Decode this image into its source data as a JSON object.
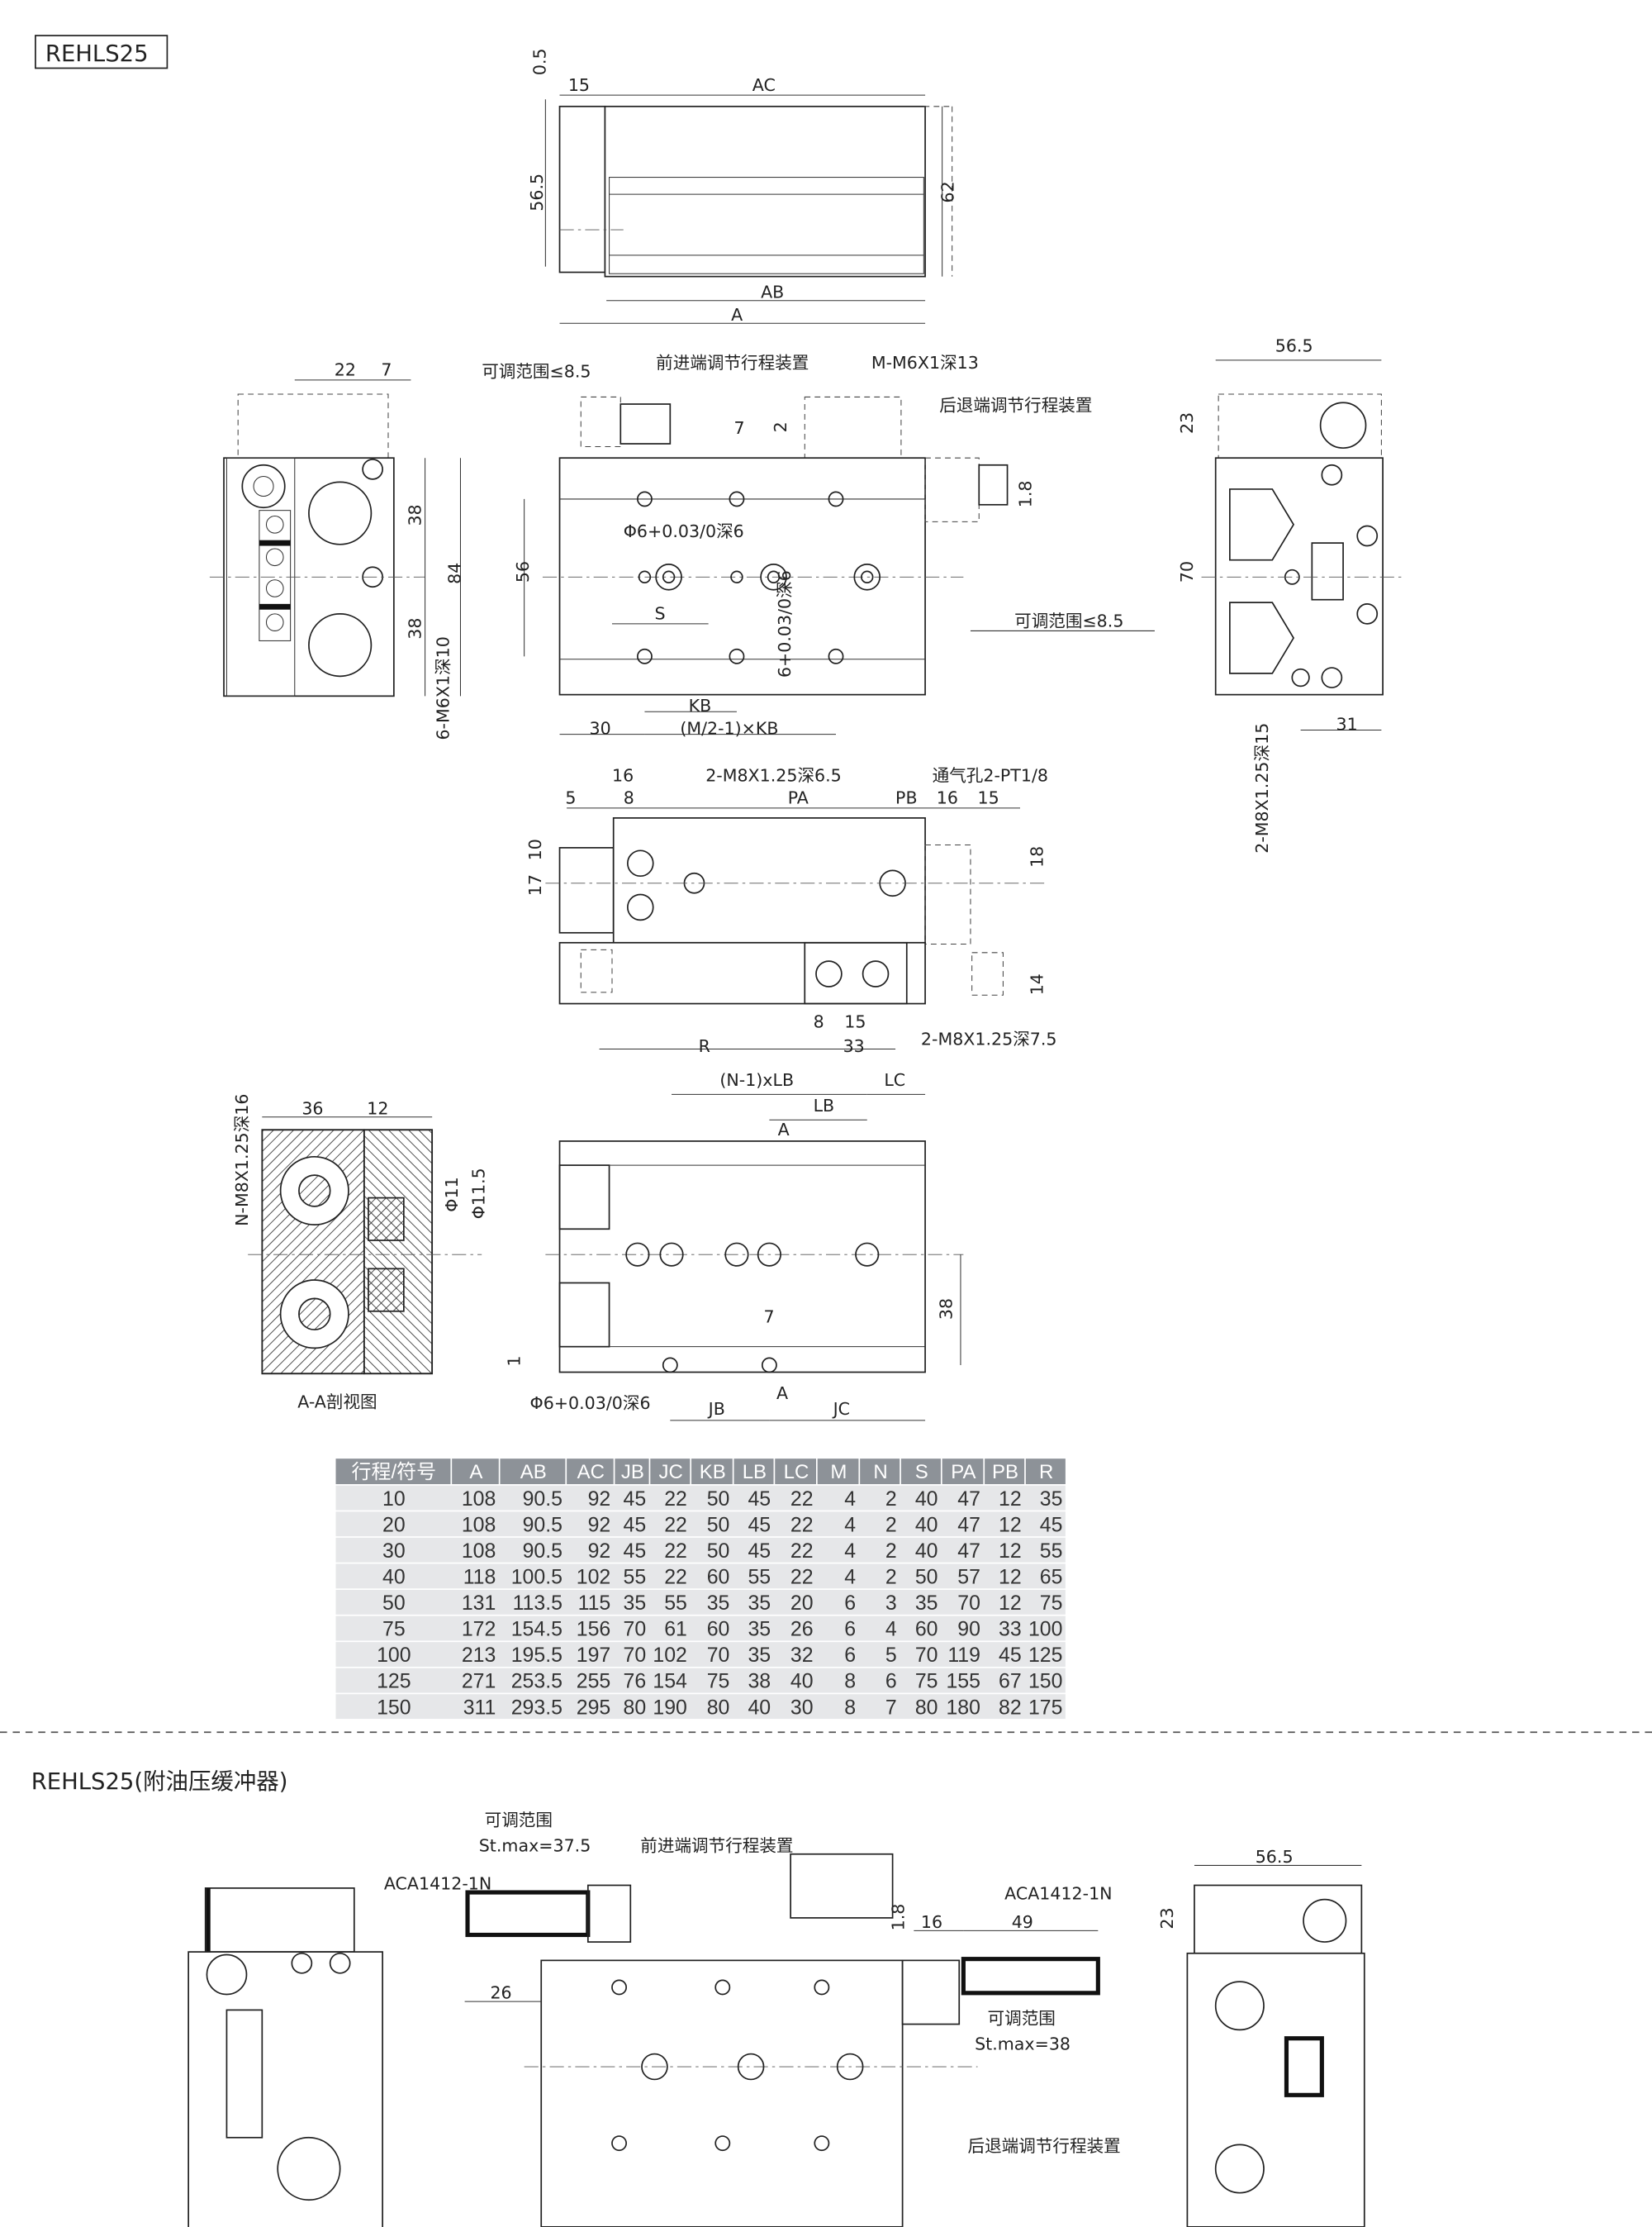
{
  "title": "REHLS25",
  "section2_title": "REHLS25(附油压缓冲器)",
  "labels": {
    "top": [
      "0.5",
      "15",
      "AC",
      "56.5",
      "62",
      "AB",
      "A"
    ],
    "side": [
      "22",
      "7",
      "38",
      "38",
      "84",
      "6-M6X1深10"
    ],
    "front": [
      "可调范围≤8.5",
      "前进端调节行程装置",
      "M-M6X1深13",
      "后退端调节行程装置",
      "7",
      "2",
      "1.8",
      "56",
      "Φ6+0.03/0深6",
      "S",
      "6+0.03/0深6",
      "可调范围≤8.5",
      "KB",
      "30",
      "(M/2-1)×KB"
    ],
    "end": [
      "56.5",
      "23",
      "70",
      "31",
      "2-M8X1.25深15"
    ],
    "bottom": [
      "16",
      "2-M8X1.25深6.5",
      "通气孔2-PT1/8",
      "5",
      "8",
      "PA",
      "PB",
      "16",
      "15",
      "10",
      "17",
      "18",
      "14",
      "8",
      "15",
      "R",
      "33",
      "2-M8X1.25深7.5"
    ],
    "section": [
      "N-M8X1.25深16",
      "36",
      "12",
      "Φ11",
      "Φ11.5",
      "A-A剖视图"
    ],
    "plan": [
      "(N-1)xLB",
      "LB",
      "LC",
      "A",
      "7",
      "38",
      "1",
      "Φ6+0.03/0深6",
      "A",
      "JB",
      "JC"
    ],
    "damper": [
      "可调范围",
      "St.max=37.5",
      "前进端调节行程装置",
      "ACA1412-1N",
      "26",
      "16",
      "ACA1412-1N",
      "49",
      "1.8",
      "23",
      "56.5",
      "可调范围",
      "St.max=38",
      "后退端调节行程装置"
    ]
  },
  "table": {
    "headers": [
      "行程/符号",
      "A",
      "AB",
      "AC",
      "JB",
      "JC",
      "KB",
      "LB",
      "LC",
      "M",
      "N",
      "S",
      "PA",
      "PB",
      "R"
    ],
    "rows": [
      [
        "10",
        "108",
        "90.5",
        "92",
        "45",
        "22",
        "50",
        "45",
        "22",
        "4",
        "2",
        "40",
        "47",
        "12",
        "35"
      ],
      [
        "20",
        "108",
        "90.5",
        "92",
        "45",
        "22",
        "50",
        "45",
        "22",
        "4",
        "2",
        "40",
        "47",
        "12",
        "45"
      ],
      [
        "30",
        "108",
        "90.5",
        "92",
        "45",
        "22",
        "50",
        "45",
        "22",
        "4",
        "2",
        "40",
        "47",
        "12",
        "55"
      ],
      [
        "40",
        "118",
        "100.5",
        "102",
        "55",
        "22",
        "60",
        "55",
        "22",
        "4",
        "2",
        "50",
        "57",
        "12",
        "65"
      ],
      [
        "50",
        "131",
        "113.5",
        "115",
        "35",
        "55",
        "35",
        "35",
        "20",
        "6",
        "3",
        "35",
        "70",
        "12",
        "75"
      ],
      [
        "75",
        "172",
        "154.5",
        "156",
        "70",
        "61",
        "60",
        "35",
        "26",
        "6",
        "4",
        "60",
        "90",
        "33",
        "100"
      ],
      [
        "100",
        "213",
        "195.5",
        "197",
        "70",
        "102",
        "70",
        "35",
        "32",
        "6",
        "5",
        "70",
        "119",
        "45",
        "125"
      ],
      [
        "125",
        "271",
        "253.5",
        "255",
        "76",
        "154",
        "75",
        "38",
        "40",
        "8",
        "6",
        "75",
        "155",
        "67",
        "150"
      ],
      [
        "150",
        "311",
        "293.5",
        "295",
        "80",
        "190",
        "80",
        "40",
        "30",
        "8",
        "7",
        "80",
        "180",
        "82",
        "175"
      ]
    ]
  },
  "colors": {
    "header_bg": "#8d9298",
    "row_bg": "#e6e7e9"
  }
}
